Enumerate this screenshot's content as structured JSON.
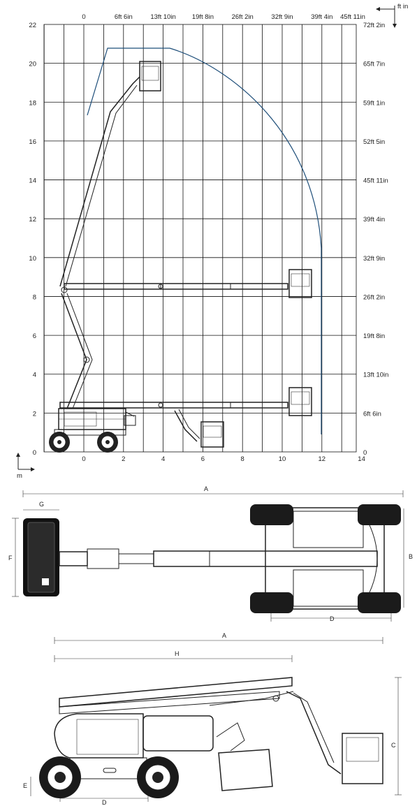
{
  "chart_data": {
    "type": "diagram",
    "x_ticks_m": [
      "0",
      "2",
      "4",
      "6",
      "8",
      "10",
      "12",
      "14"
    ],
    "x_ticks_ft": [
      "0",
      "6ft 6in",
      "13ft 10in",
      "19ft 8in",
      "26ft 2in",
      "32ft 9in",
      "39ft 4in",
      "45ft 11in"
    ],
    "y_ticks_m": [
      "0",
      "2",
      "4",
      "6",
      "8",
      "10",
      "12",
      "14",
      "16",
      "18",
      "20",
      "22"
    ],
    "y_ticks_ft": [
      "0",
      "6ft 6in",
      "13ft 10in",
      "19ft 8in",
      "26ft 2in",
      "32ft 9in",
      "39ft 4in",
      "45ft 11in",
      "52ft 5in",
      "59ft 1in",
      "65ft 7in",
      "72ft 2in"
    ],
    "unit_ft": "ft in",
    "unit_m": "m",
    "line_color": "#1f4f7a"
  },
  "top_view": {
    "dim_a": "A",
    "dim_b": "B",
    "dim_d": "D",
    "dim_f": "F",
    "dim_g": "G"
  },
  "side_view": {
    "dim_a": "A",
    "dim_h": "H",
    "dim_c": "C",
    "dim_d": "D",
    "dim_e": "E"
  }
}
